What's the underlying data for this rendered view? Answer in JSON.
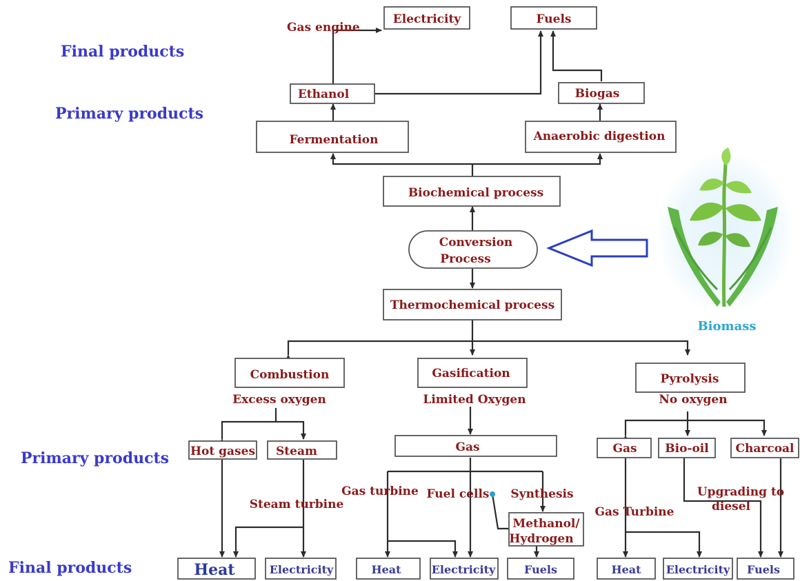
{
  "side_labels": {
    "final_top": "Final products",
    "primary_top": "Primary products",
    "primary_bottom": "Primary products",
    "final_bottom": "Final products"
  },
  "nodes": {
    "electricity_top": "Electricity",
    "fuels_top": "Fuels",
    "gas_engine": "Gas engine",
    "ethanol": "Ethanol",
    "biogas": "Biogas",
    "fermentation": "Fermentation",
    "anaerobic_digestion": "Anaerobic digestion",
    "biochemical_process": "Biochemical process",
    "conversion_process_line1": "Conversion",
    "conversion_process_line2": "Process",
    "thermochemical_process": "Thermochemical process",
    "combustion": "Combustion",
    "excess_oxygen": "Excess oxygen",
    "gasification": "Gasification",
    "limited_oxygen": "Limited Oxygen",
    "pyrolysis": "Pyrolysis",
    "no_oxygen": "No oxygen",
    "hot_gases": "Hot gases",
    "steam": "Steam",
    "steam_turbine": "Steam turbine",
    "gas_mid": "Gas",
    "gas_turbine_mid": "Gas turbine",
    "fuel_cells": "Fuel cells",
    "synthesis": "Synthesis",
    "methanol_line1": "Methanol/",
    "methanol_line2": "Hydrogen",
    "gas_right": "Gas",
    "bio_oil": "Bio-oil",
    "charcoal": "Charcoal",
    "gas_turbine_right": "Gas Turbine",
    "upgrading_line1": "Upgrading to",
    "upgrading_line2": "diesel"
  },
  "final_products": {
    "heat_1": "Heat",
    "electricity_1": "Electricity",
    "heat_2": "Heat",
    "electricity_2": "Electricity",
    "fuels_2": "Fuels",
    "heat_3": "Heat",
    "electricity_3": "Electricity",
    "fuels_3": "Fuels"
  },
  "biomass_label": "Biomass",
  "colors": {
    "node_text": "#8b1a1a",
    "side_label": "#3a3acc",
    "final_text": "#3a3a99",
    "biomass_text": "#2aa7d6",
    "arrow_outline": "#2a3fbf",
    "leaf_green": "#7cc242",
    "hand_green": "#5fb548"
  }
}
